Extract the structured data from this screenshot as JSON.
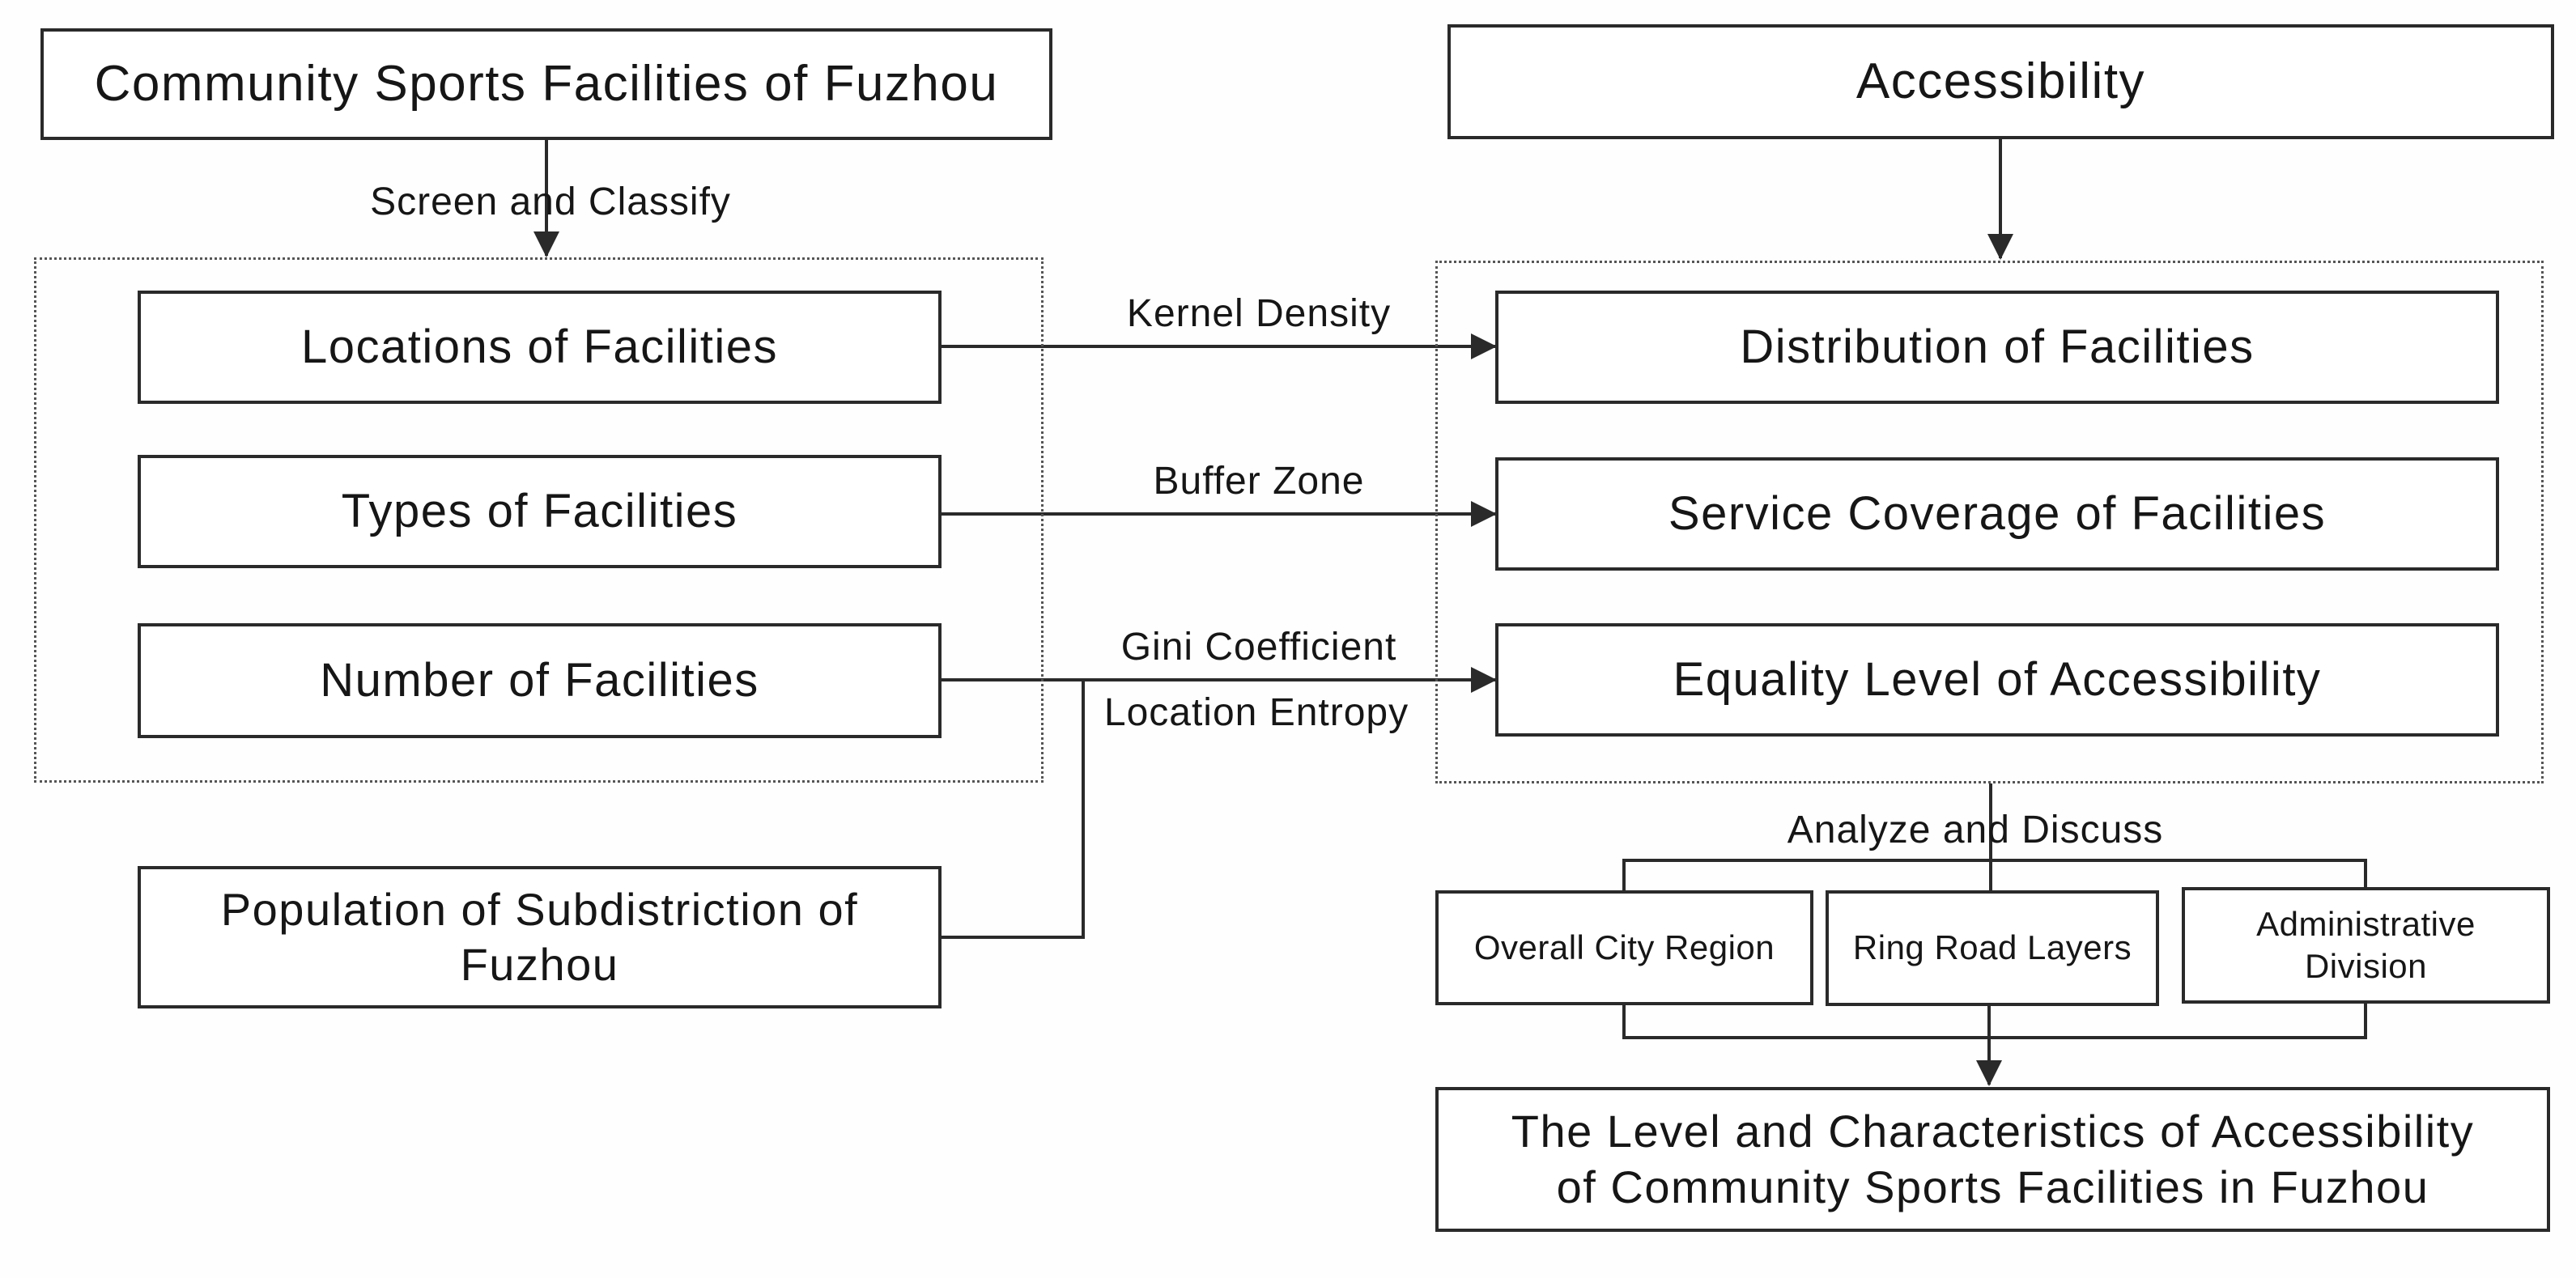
{
  "figure": {
    "background": "#fefefe",
    "line_color": "#2a2a2a",
    "box_border_color": "#2a2a2a",
    "dotted_border_color": "#555555",
    "text_color": "#161616",
    "nodes": {
      "community": "Community Sports Facilities of Fuzhou",
      "accessibility": "Accessibility",
      "locations": "Locations of Facilities",
      "types": "Types of Facilities",
      "number": "Number of Facilities",
      "population_lines": [
        "Population of Subdistriction of",
        "Fuzhou"
      ],
      "distribution": "Distribution of Facilities",
      "service": "Service Coverage of Facilities",
      "equality": "Equality Level of Accessibility",
      "overall": "Overall City Region",
      "ringroad": "Ring Road Layers",
      "admin_lines": [
        "Administrative",
        "Division"
      ],
      "result_lines": [
        "The Level and Characteristics of Accessibility",
        "of Community Sports Facilities in Fuzhou"
      ]
    },
    "edge_labels": {
      "screen_classify": "Screen and Classify",
      "kernel_density": "Kernel Density",
      "buffer_zone": "Buffer Zone",
      "gini_coefficient": "Gini Coefficient",
      "location_entropy": "Location Entropy",
      "analyze_discuss": "Analyze and Discuss"
    }
  }
}
